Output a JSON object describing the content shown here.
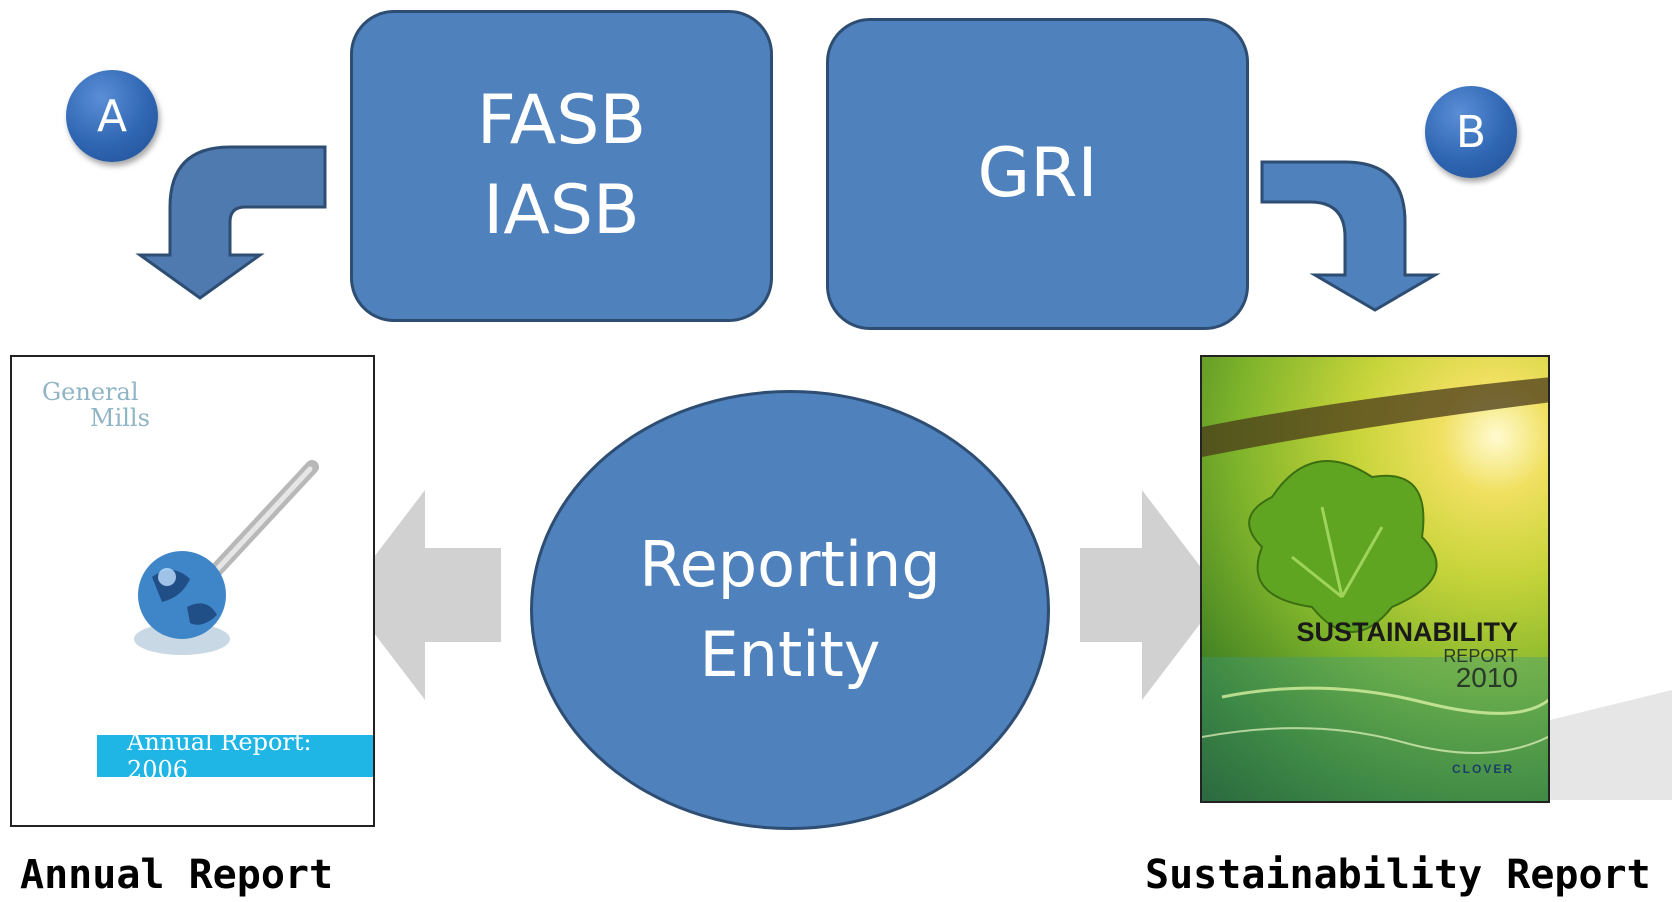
{
  "badges": {
    "a": "A",
    "b": "B"
  },
  "standard_setters": {
    "financial": [
      "FASB",
      "IASB"
    ],
    "sustainability": "GRI"
  },
  "entity": [
    "Reporting",
    "Entity"
  ],
  "reports": {
    "annual": {
      "caption": "Annual Report",
      "cover_logo": [
        "General",
        "Mills"
      ],
      "cover_banner": "Annual Report: 2006"
    },
    "sustainability": {
      "caption": "Sustainability Report",
      "cover_title": "SUSTAINABILITY",
      "cover_sub": "REPORT",
      "cover_year": "2010",
      "cover_brand": "CLOVER"
    }
  },
  "colors": {
    "shape_fill": "#4f81bd",
    "shape_border": "#2e4d73",
    "badge_fill": "#2f66b3",
    "gray_arrow": "#c9c9c9",
    "annual_banner": "#1fb5e4"
  }
}
